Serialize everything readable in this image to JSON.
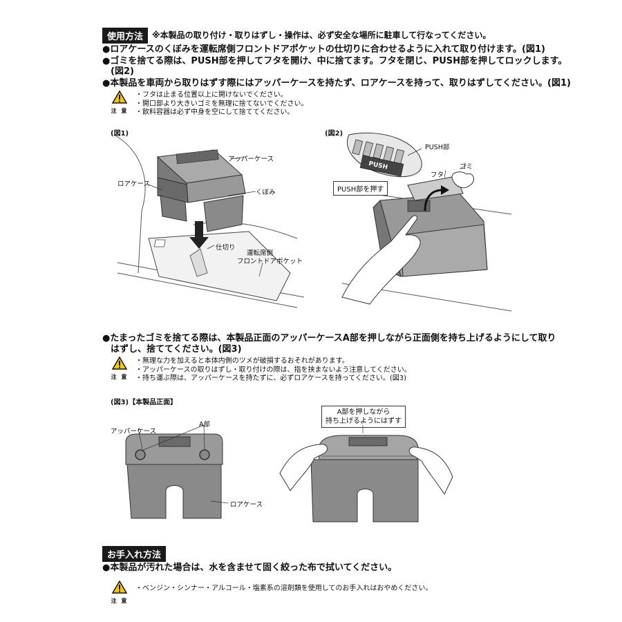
{
  "usage": {
    "header": "使用方法",
    "note": "※本製品の取り付け・取りはずし・操作は、必ず安全な場所に駐車して行なってください。",
    "bullets": [
      "●ロアケースのくぼみを運転席側フロントドアポケットの仕切りに合わせるように入れて取り付けます。(図1)",
      "●ゴミを捨てる際は、PUSH部を押してフタを開け、中に捨てます。フタを閉じ、PUSH部を押してロックします。",
      "(図2)",
      "●本製品を車両から取りはずす際にはアッパーケースを持たず、ロアケースを持って、取りはずしてください。(図1)"
    ],
    "caution": {
      "label": "注 意",
      "lines": [
        "・フタは止まる位置以上に開けないでください。",
        "・開口部より大きいゴミを無理に捨てないでください。",
        "・飲料容器は必ず中身を空にして捨ててください。"
      ]
    }
  },
  "fig1": {
    "caption": "(図1)",
    "labels": {
      "upper_case": "アッパーケース",
      "lower_case": "ロアケース",
      "dent": "くぼみ",
      "divider": "仕切り",
      "pocket_line1": "運転席側",
      "pocket_line2": "フロントドアポケット"
    }
  },
  "fig2": {
    "caption": "(図2)",
    "labels": {
      "push_part": "PUSH部",
      "lid": "フタ",
      "trash": "ゴミ",
      "push_action": "PUSH部を押す",
      "push_text": "PUSH"
    }
  },
  "disposal": {
    "bullet_line1": "●たまったゴミを捨てる際は、本製品正面のアッパーケースA部を押しながら正面側を持ち上げるようにして取り",
    "bullet_line2": "はずし、捨ててください。(図3)",
    "caution": {
      "label": "注 意",
      "lines": [
        "・無理な力を加えると本体内側のツメが破損するおそれがあります。",
        "・アッパーケースの取りはずし・取り付けの際は、指を挟まないよう注意してください。",
        "・持ち運ぶ際は、アッパーケースを持たずに、必ずロアケースを持ってください。(図3)"
      ]
    }
  },
  "fig3": {
    "caption": "(図3)【本製品正面】",
    "labels": {
      "upper_case": "アッパーケース",
      "a_part": "A部",
      "lower_case": "ロアケース",
      "instruction_line1": "A部を押しながら",
      "instruction_line2": "持ち上げるようにはずす"
    }
  },
  "care": {
    "header": "お手入れ方法",
    "bullet": "●本製品が汚れた場合は、水を含ませて固く絞った布で拭いてください。",
    "caution": {
      "label": "注 意",
      "lines": [
        "・ベンジン・シンナー・アルコール・塩素系の溶剤類を使用してのお手入れはおやめください。"
      ]
    }
  },
  "colors": {
    "header_bg": "#1a1a1a",
    "warning_yellow": "#f5c800",
    "product_gray": "#8a8a8a"
  }
}
